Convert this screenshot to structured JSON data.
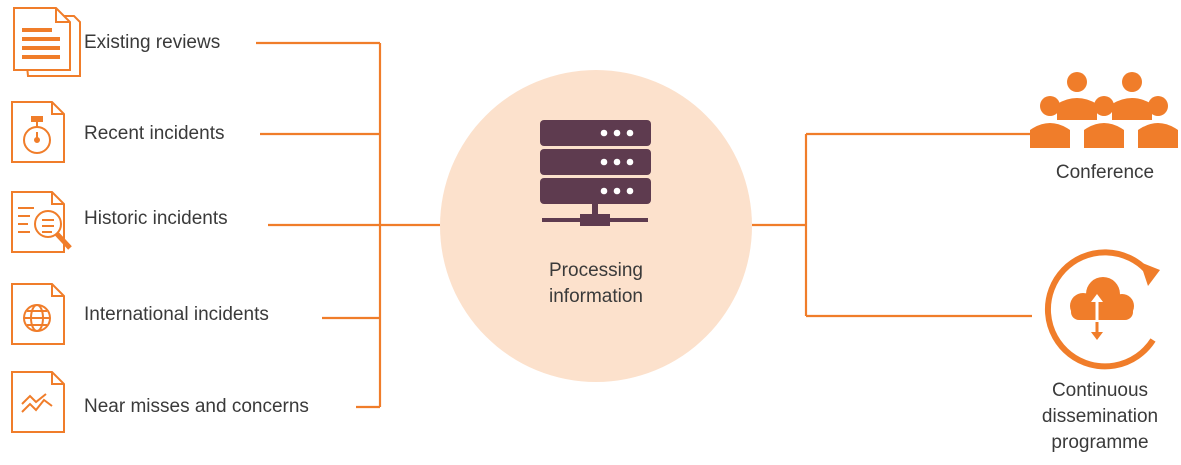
{
  "sources": [
    {
      "label": "Existing reviews",
      "icon": "document-lines-icon"
    },
    {
      "label": "Recent incidents",
      "icon": "stopwatch-document-icon"
    },
    {
      "label": "Historic incidents",
      "icon": "magnifier-document-icon"
    },
    {
      "label": "International incidents",
      "icon": "globe-document-icon"
    },
    {
      "label": "Near misses and concerns",
      "icon": "trend-document-icon"
    }
  ],
  "hub": {
    "label_line1": "Processing",
    "label_line2": "information",
    "icon": "server-icon"
  },
  "outputs": [
    {
      "lines": [
        "Conference"
      ],
      "icon": "people-group-icon"
    },
    {
      "lines": [
        "Continuous",
        "dissemination",
        "programme"
      ],
      "icon": "cloud-sync-icon"
    }
  ],
  "colors": {
    "accent": "#f07d2a",
    "hub_fill": "#fce1cc",
    "server": "#5e3b4f",
    "text": "#3a3a3a"
  }
}
